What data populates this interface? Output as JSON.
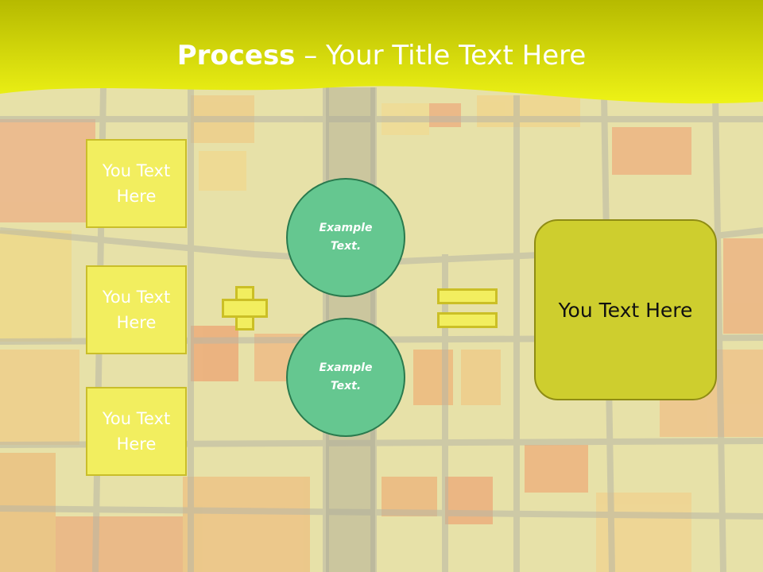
{
  "slide": {
    "title_bold": "Process",
    "title_rest": " – Your Title Text Here",
    "left_boxes": [
      {
        "text": "You Text Here"
      },
      {
        "text": "You Text Here"
      },
      {
        "text": "You Text Here"
      }
    ],
    "circles": [
      {
        "text": "Example Text."
      },
      {
        "text": "Example Text."
      }
    ],
    "result_text": "You Text Here"
  },
  "colors": {
    "header_yellow": "#e8ee12",
    "box_fill": "#f2ee5f",
    "circle_fill": "#65c790",
    "result_fill": "#cece2e"
  },
  "icons": [
    "plus-icon",
    "equals-icon"
  ]
}
